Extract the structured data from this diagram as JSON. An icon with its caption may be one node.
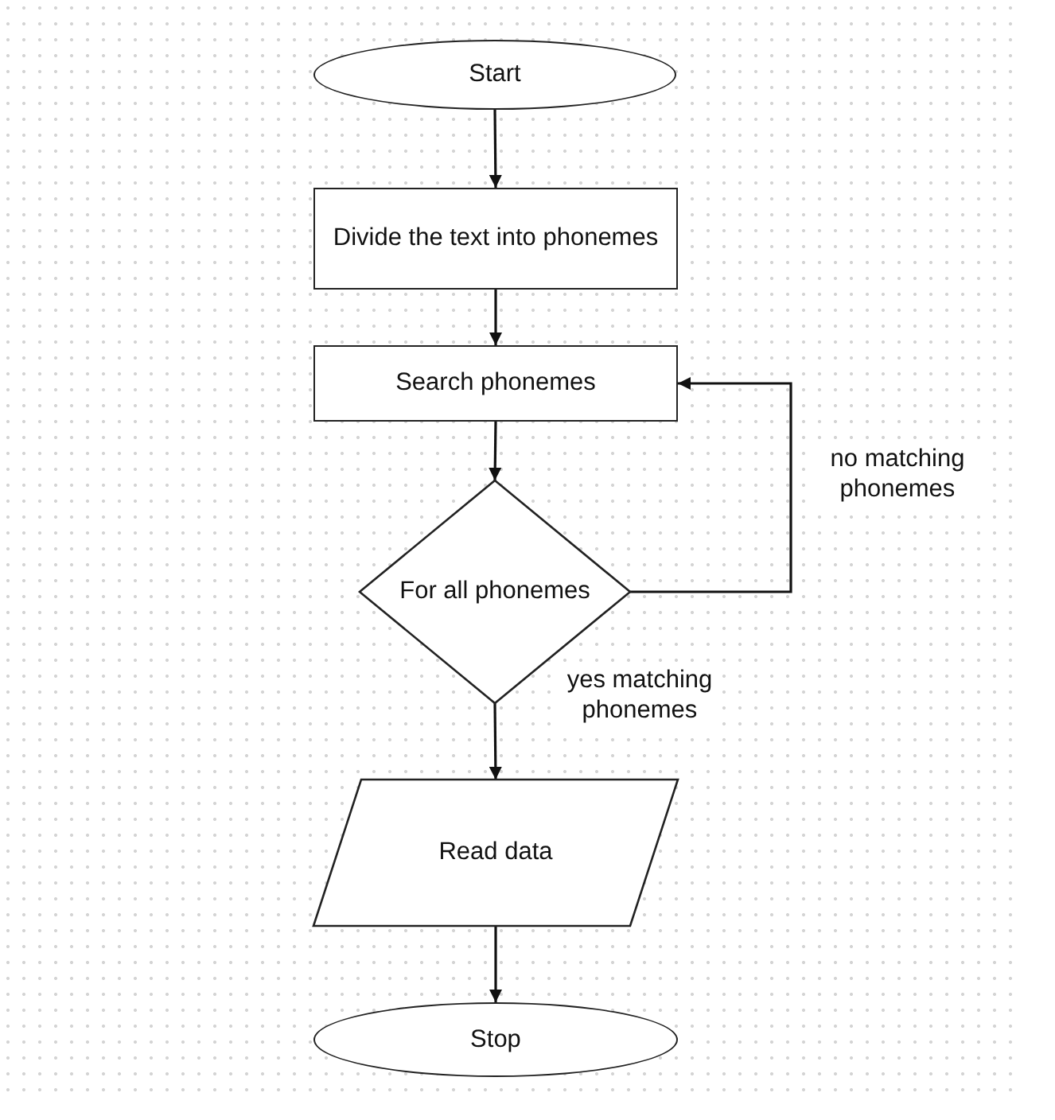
{
  "diagram": {
    "nodes": [
      {
        "text": [
          "Start"
        ]
      },
      {
        "text": [
          "Divide the text into phonemes"
        ]
      },
      {
        "text": [
          "Search phonemes"
        ]
      },
      {
        "text": [
          "For all phonemes"
        ]
      },
      {
        "text": [
          "Read data"
        ]
      },
      {
        "text": [
          "Stop"
        ]
      }
    ],
    "edges": [
      {
        "from": 0,
        "to": 1,
        "arrow": "to"
      },
      {
        "from": 1,
        "to": 2,
        "arrow": "to"
      },
      {
        "from": 2,
        "to": 3,
        "arrow": "to"
      },
      {
        "from": 3,
        "to": 2,
        "arrow": "to",
        "label": "no matching phonemes"
      },
      {
        "from": 3,
        "to": 4,
        "arrow": "to",
        "label": "yes matching phonemes"
      },
      {
        "from": 4,
        "to": 5,
        "arrow": "to"
      }
    ]
  }
}
